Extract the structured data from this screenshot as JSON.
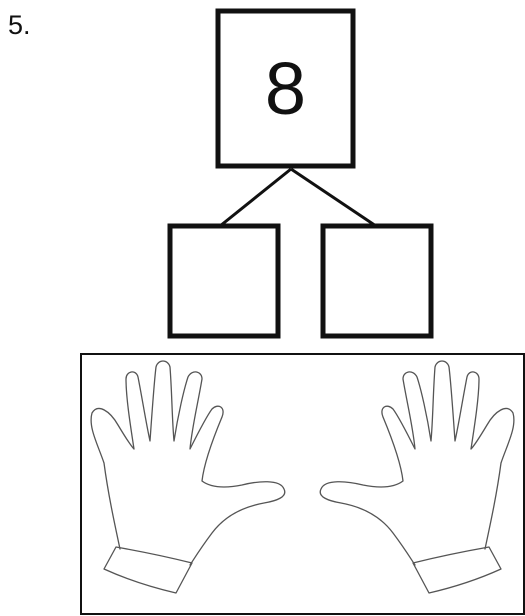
{
  "problem": {
    "number_label": "5."
  },
  "number_bond": {
    "whole": "8",
    "parts": [
      "",
      ""
    ],
    "part_count": 2
  },
  "illustration": {
    "hands": [
      "left-hand-icon",
      "right-hand-icon"
    ],
    "fingers_per_hand": 5
  },
  "colors": {
    "stroke": "#111111",
    "hand_line": "#555555",
    "background": "#ffffff"
  }
}
